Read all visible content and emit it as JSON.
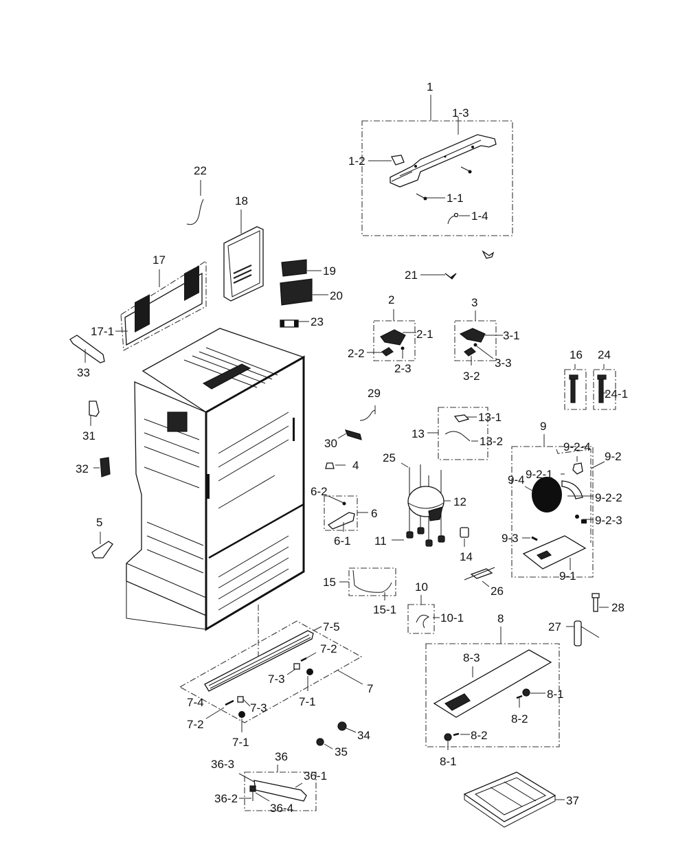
{
  "diagram": {
    "type": "exploded-parts-diagram",
    "subject": "refrigerator cabinet parts",
    "labels": {
      "p1": "1",
      "p1_1": "1-1",
      "p1_2": "1-2",
      "p1_3": "1-3",
      "p1_4": "1-4",
      "p2": "2",
      "p2_1": "2-1",
      "p2_2": "2-2",
      "p2_3": "2-3",
      "p3": "3",
      "p3_1": "3-1",
      "p3_2": "3-2",
      "p3_3": "3-3",
      "p4": "4",
      "p5": "5",
      "p6": "6",
      "p6_1": "6-1",
      "p6_2": "6-2",
      "p7": "7",
      "p7_1a": "7-1",
      "p7_1b": "7-1",
      "p7_2a": "7-2",
      "p7_2b": "7-2",
      "p7_3a": "7-3",
      "p7_3b": "7-3",
      "p7_4": "7-4",
      "p7_5": "7-5",
      "p8": "8",
      "p8_1a": "8-1",
      "p8_1b": "8-1",
      "p8_2a": "8-2",
      "p8_2b": "8-2",
      "p8_3": "8-3",
      "p9": "9",
      "p9_1": "9-1",
      "p9_2": "9-2",
      "p9_2_1": "9-2-1",
      "p9_2_2": "9-2-2",
      "p9_2_3": "9-2-3",
      "p9_2_4": "9-2-4",
      "p9_3": "9-3",
      "p9_4": "9-4",
      "p10": "10",
      "p10_1": "10-1",
      "p11": "11",
      "p12": "12",
      "p13": "13",
      "p13_1": "13-1",
      "p13_2": "13-2",
      "p14": "14",
      "p15": "15",
      "p15_1": "15-1",
      "p16": "16",
      "p17": "17",
      "p17_1": "17-1",
      "p18": "18",
      "p19": "19",
      "p20": "20",
      "p21": "21",
      "p22": "22",
      "p23": "23",
      "p24": "24",
      "p24_1": "24-1",
      "p25": "25",
      "p26": "26",
      "p27": "27",
      "p28": "28",
      "p29": "29",
      "p30": "30",
      "p31": "31",
      "p32": "32",
      "p33": "33",
      "p34": "34",
      "p35": "35",
      "p36": "36",
      "p36_1": "36-1",
      "p36_2": "36-2",
      "p36_3": "36-3",
      "p36_4": "36-4",
      "p37": "37"
    }
  }
}
